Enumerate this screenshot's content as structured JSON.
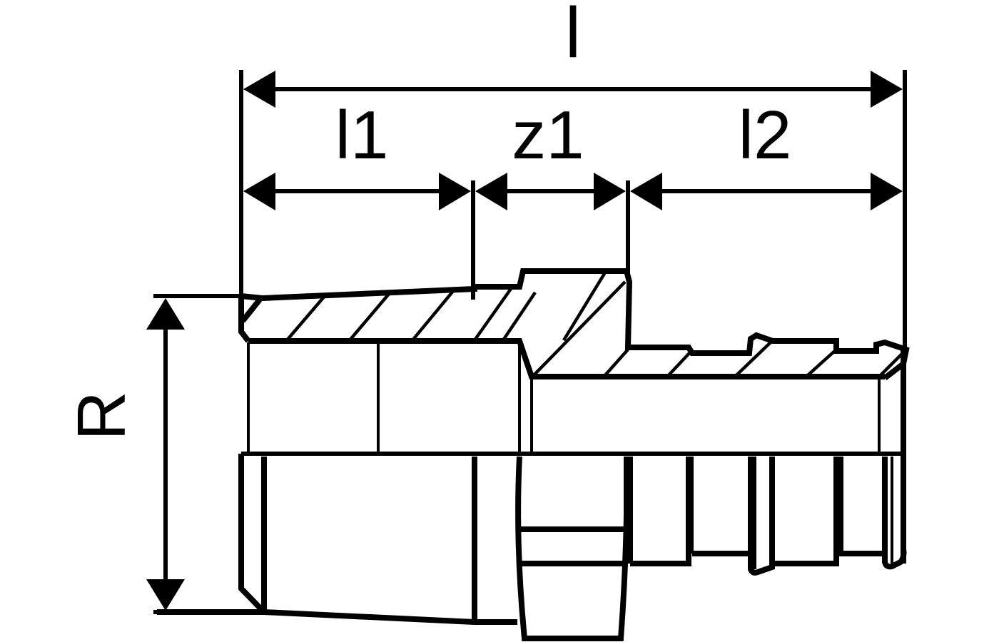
{
  "drawing": {
    "title": "Pipe fitting adapter - dimensioned section view",
    "colors": {
      "line": "#000000",
      "background": "#ffffff"
    },
    "dimensions": {
      "overall_length": {
        "label": "l"
      },
      "length_1": {
        "label": "l1"
      },
      "offset_z1": {
        "label": "z1"
      },
      "length_2": {
        "label": "l2"
      },
      "thread": {
        "label": "R"
      }
    }
  }
}
